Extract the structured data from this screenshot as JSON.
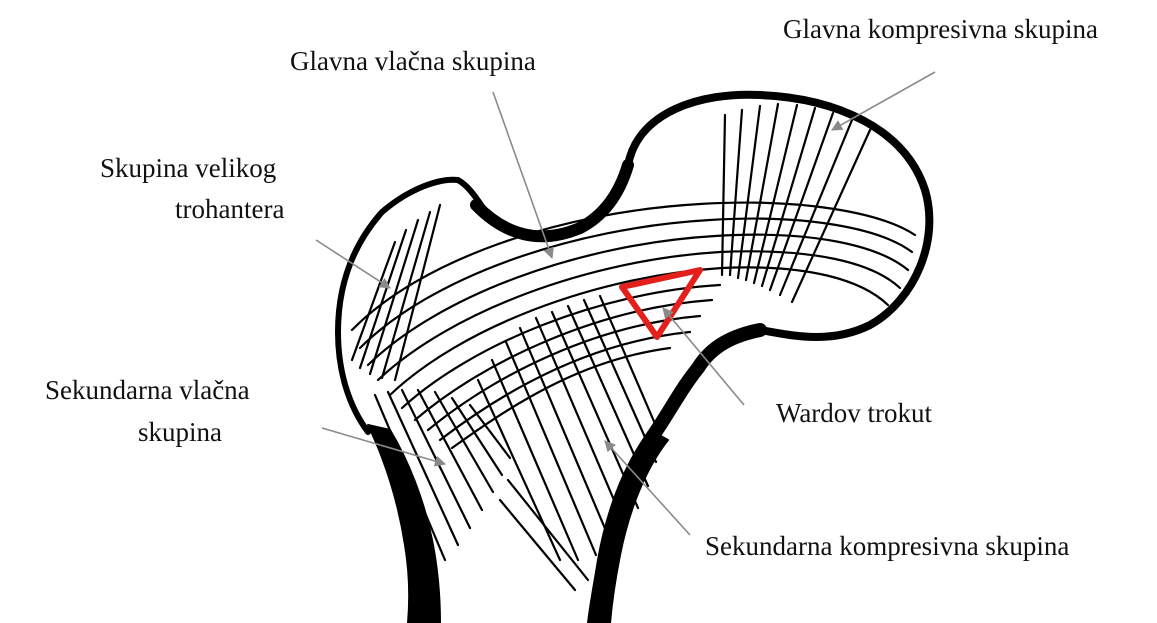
{
  "labels": {
    "glavna_kompresivna": "Glavna kompresivna skupina",
    "glavna_vlacna": "Glavna vlačna skupina",
    "veliki_trohanter_1": "Skupina velikog",
    "veliki_trohanter_2": "trohantera",
    "sekundarna_vlacna_1": "Sekundarna vlačna",
    "sekundarna_vlacna_2": "skupina",
    "wardov_trokut": "Wardov trokut",
    "sekundarna_kompresivna": "Sekundarna kompresivna skupina"
  },
  "colors": {
    "outline": "#000000",
    "trabeculae": "#000000",
    "leader": "#8a8a8a",
    "ward_triangle": "#e3201b",
    "text": "#111111"
  }
}
